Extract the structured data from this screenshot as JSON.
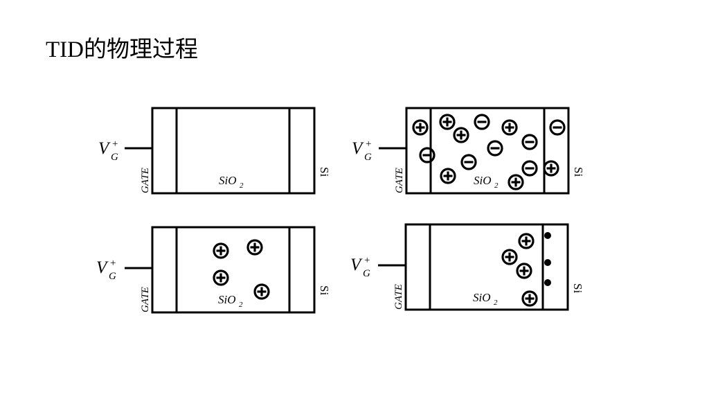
{
  "title": "TID的物理过程",
  "labels": {
    "voltage_main": "V",
    "voltage_sub": "G",
    "voltage_sup": "+",
    "gate": "GATE",
    "oxide_main": "SiO",
    "oxide_sub": "2",
    "silicon": "Si"
  },
  "charges": {
    "positive_symbol": "⊕",
    "negative_symbol": "⊖",
    "interface_dot": "•"
  }
}
